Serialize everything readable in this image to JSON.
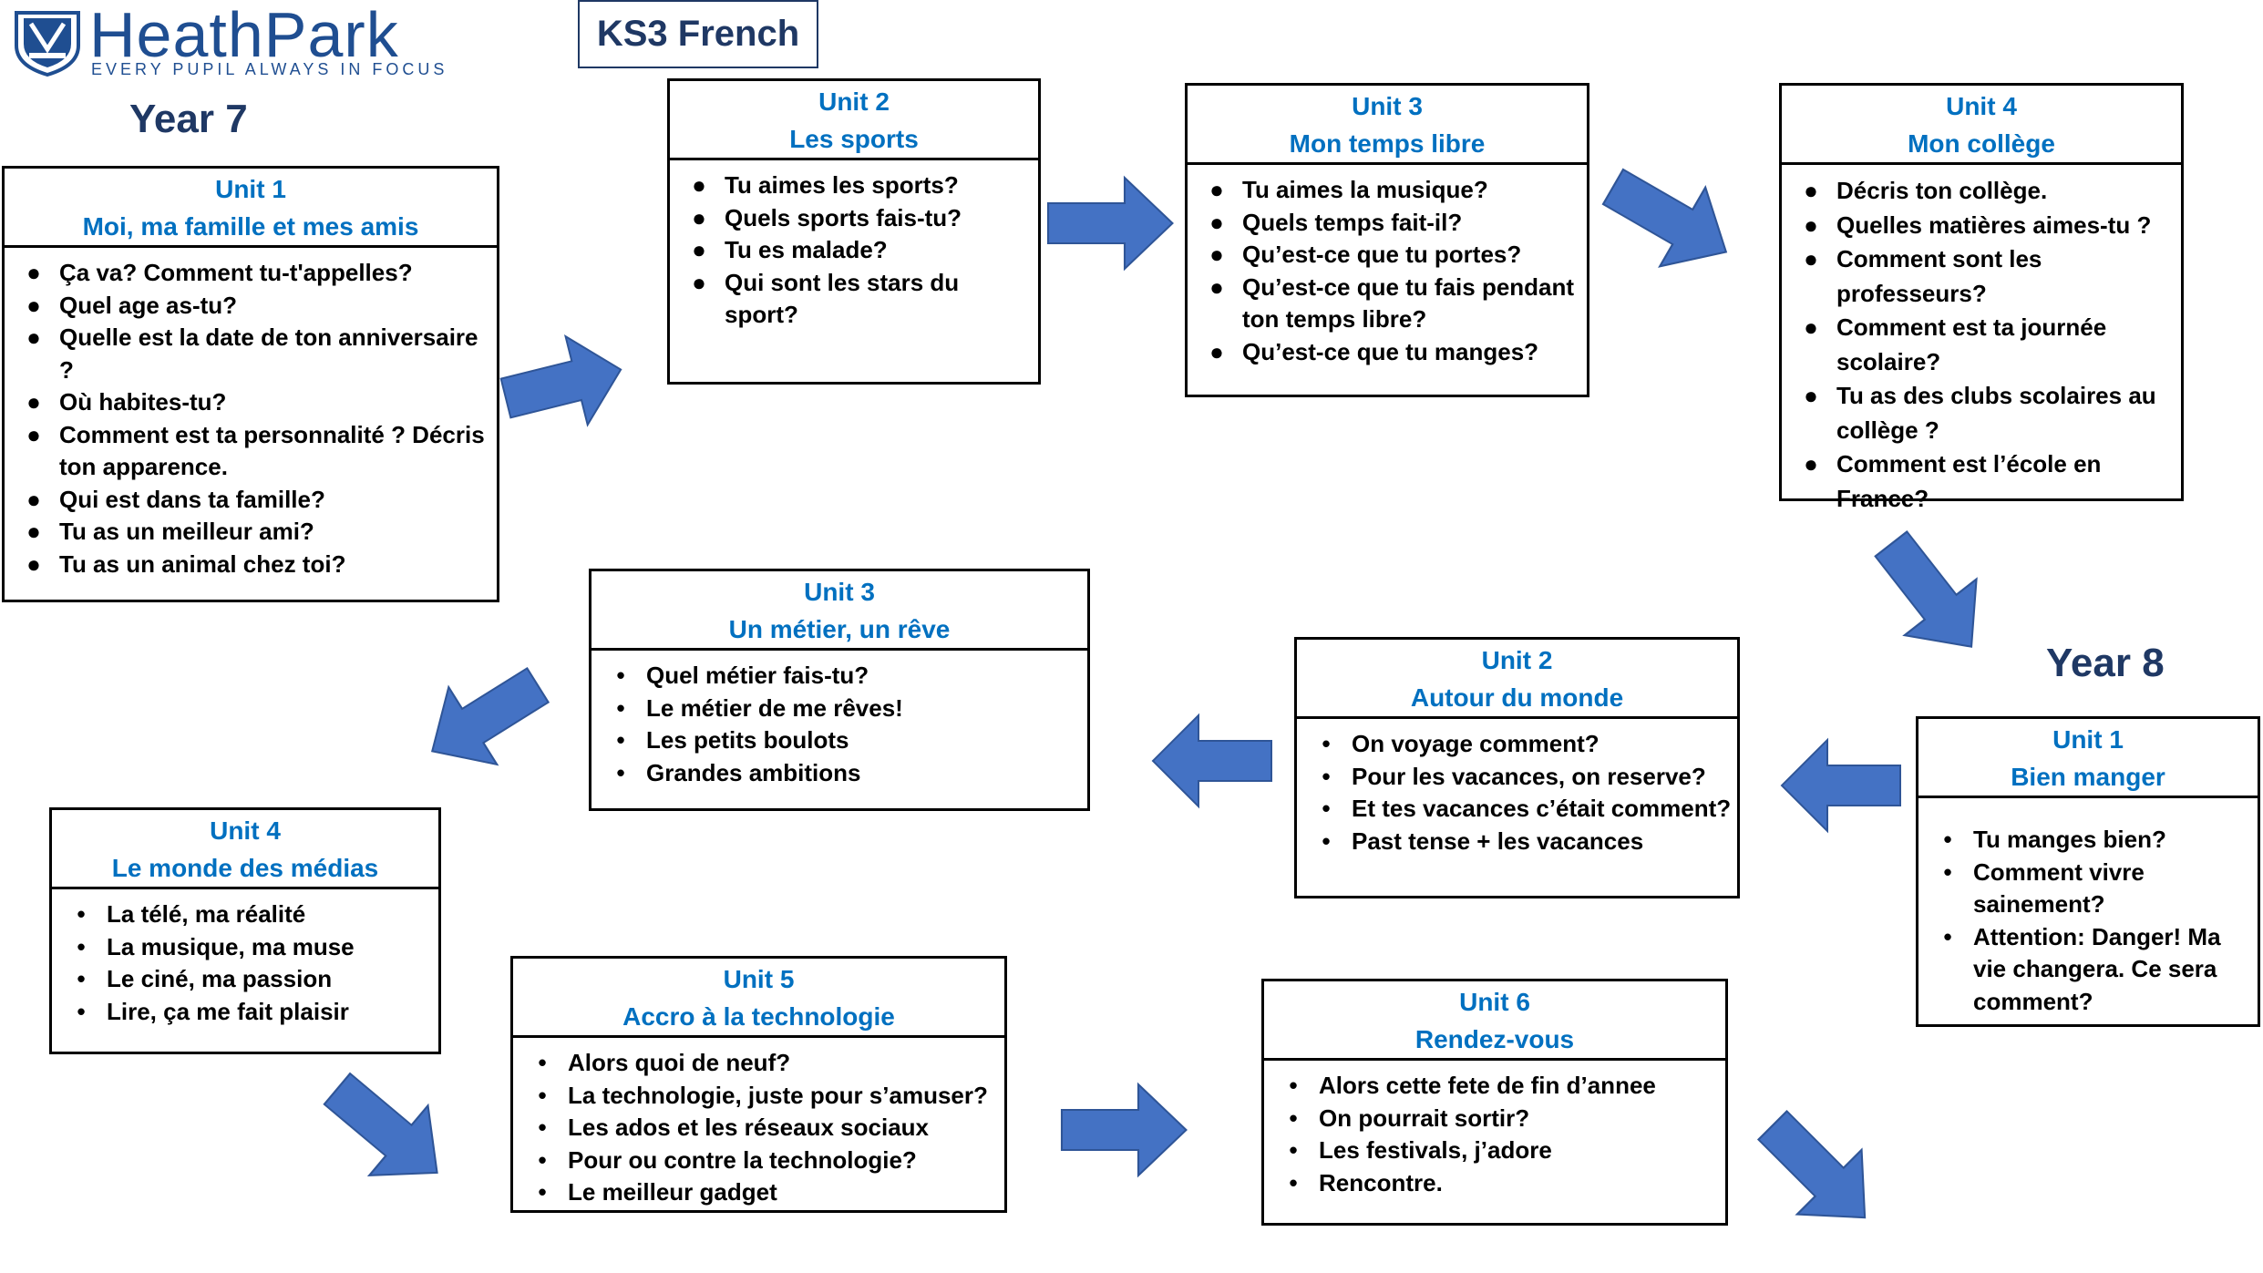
{
  "header": {
    "logo_name": "HeathPark",
    "logo_tagline": "EVERY PUPIL ALWAYS IN FOCUS",
    "title": "KS3 French"
  },
  "year_labels": {
    "year7": "Year 7",
    "year8": "Year 8"
  },
  "colors": {
    "arrow": "#4472c4",
    "unit_heading": "#0070c0",
    "title_text": "#1f3864",
    "logo": "#1f4e91"
  },
  "year7": {
    "unit1": {
      "unit": "Unit 1",
      "title": "Moi, ma famille et mes amis",
      "items": [
        "Ça va? Comment tu-t'appelles?",
        "Quel age as-tu?",
        "Quelle est la date de ton anniversaire ?",
        "Où habites-tu?",
        "Comment est ta personnalité ? Décris ton apparence.",
        "Qui est dans ta famille?",
        "Tu as un meilleur ami?",
        "Tu as un animal chez toi?"
      ]
    },
    "unit2": {
      "unit": "Unit 2",
      "title": "Les sports",
      "items": [
        "Tu aimes les sports?",
        "Quels sports fais-tu?",
        "Tu es malade?",
        "Qui sont les stars du sport?"
      ]
    },
    "unit3": {
      "unit": "Unit 3",
      "title": "Mon temps libre",
      "items": [
        "Tu aimes la musique?",
        "Quels temps fait-il?",
        "Qu’est-ce que tu portes?",
        "Qu’est-ce que tu fais pendant ton temps libre?",
        "Qu’est-ce que tu manges?"
      ]
    },
    "unit4": {
      "unit": "Unit 4",
      "title": "Mon collège",
      "items": [
        "Décris ton collège.",
        "Quelles matières aimes-tu ?",
        "Comment sont les professeurs?",
        "Comment est ta journée scolaire?",
        "Tu as des clubs scolaires au collège ?",
        "Comment est l’école en France?"
      ]
    }
  },
  "year8": {
    "unit1": {
      "unit": "Unit 1",
      "title": "Bien manger",
      "items": [
        "Tu manges bien?",
        "Comment vivre sainement?",
        "Attention: Danger! Ma vie changera. Ce sera comment?"
      ]
    },
    "unit2": {
      "unit": "Unit 2",
      "title": "Autour du monde",
      "items": [
        "On voyage comment?",
        "Pour les vacances, on reserve?",
        "Et tes vacances c’était comment?",
        "Past tense + les vacances"
      ]
    },
    "unit3": {
      "unit": "Unit 3",
      "title": "Un métier, un rêve",
      "items": [
        "Quel métier fais-tu?",
        "Le métier de me rêves!",
        "Les petits boulots",
        "Grandes ambitions"
      ]
    },
    "unit4": {
      "unit": "Unit 4",
      "title": "Le monde des médias",
      "items": [
        "La télé, ma réalité",
        "La musique, ma muse",
        "Le ciné, ma passion",
        "Lire, ça me fait plaisir"
      ]
    },
    "unit5": {
      "unit": "Unit 5",
      "title": "Accro à la technologie",
      "items": [
        "Alors quoi de neuf?",
        "La technologie, juste pour s’amuser?",
        "Les ados et les réseaux sociaux",
        "Pour ou contre la technologie?",
        "Le meilleur gadget"
      ]
    },
    "unit6": {
      "unit": "Unit 6",
      "title": "Rendez-vous",
      "items": [
        "Alors cette fete de fin d’annee",
        "On pourrait sortir?",
        "Les festivals, j’adore",
        "Rencontre."
      ]
    }
  }
}
